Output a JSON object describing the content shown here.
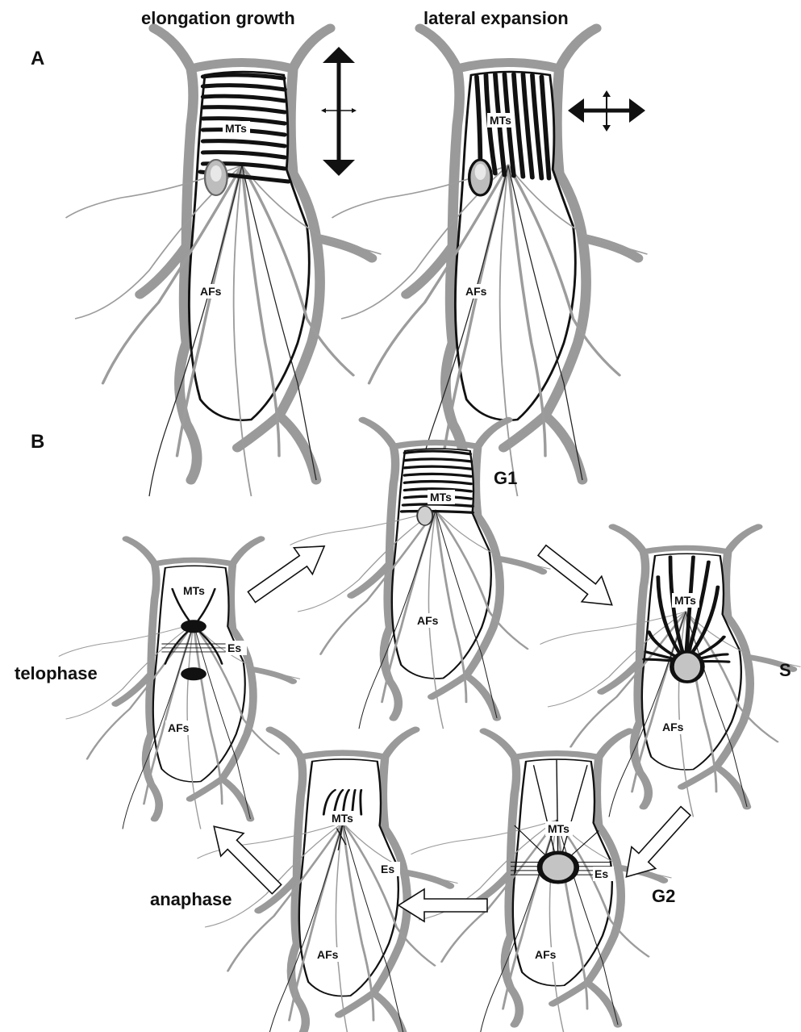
{
  "panels": {
    "A": "A",
    "B": "B"
  },
  "titles": {
    "elongation": "elongation growth",
    "lateral": "lateral expansion"
  },
  "stages": {
    "g1": "G1",
    "s": "S",
    "g2": "G2",
    "anaphase": "anaphase",
    "telophase": "telophase"
  },
  "labels": {
    "mts": "MTs",
    "afs": "AFs",
    "es": "Es"
  },
  "colors": {
    "wall": "#9a9a9a",
    "microtubules": "#111111",
    "actin": "#9c9c9c"
  }
}
